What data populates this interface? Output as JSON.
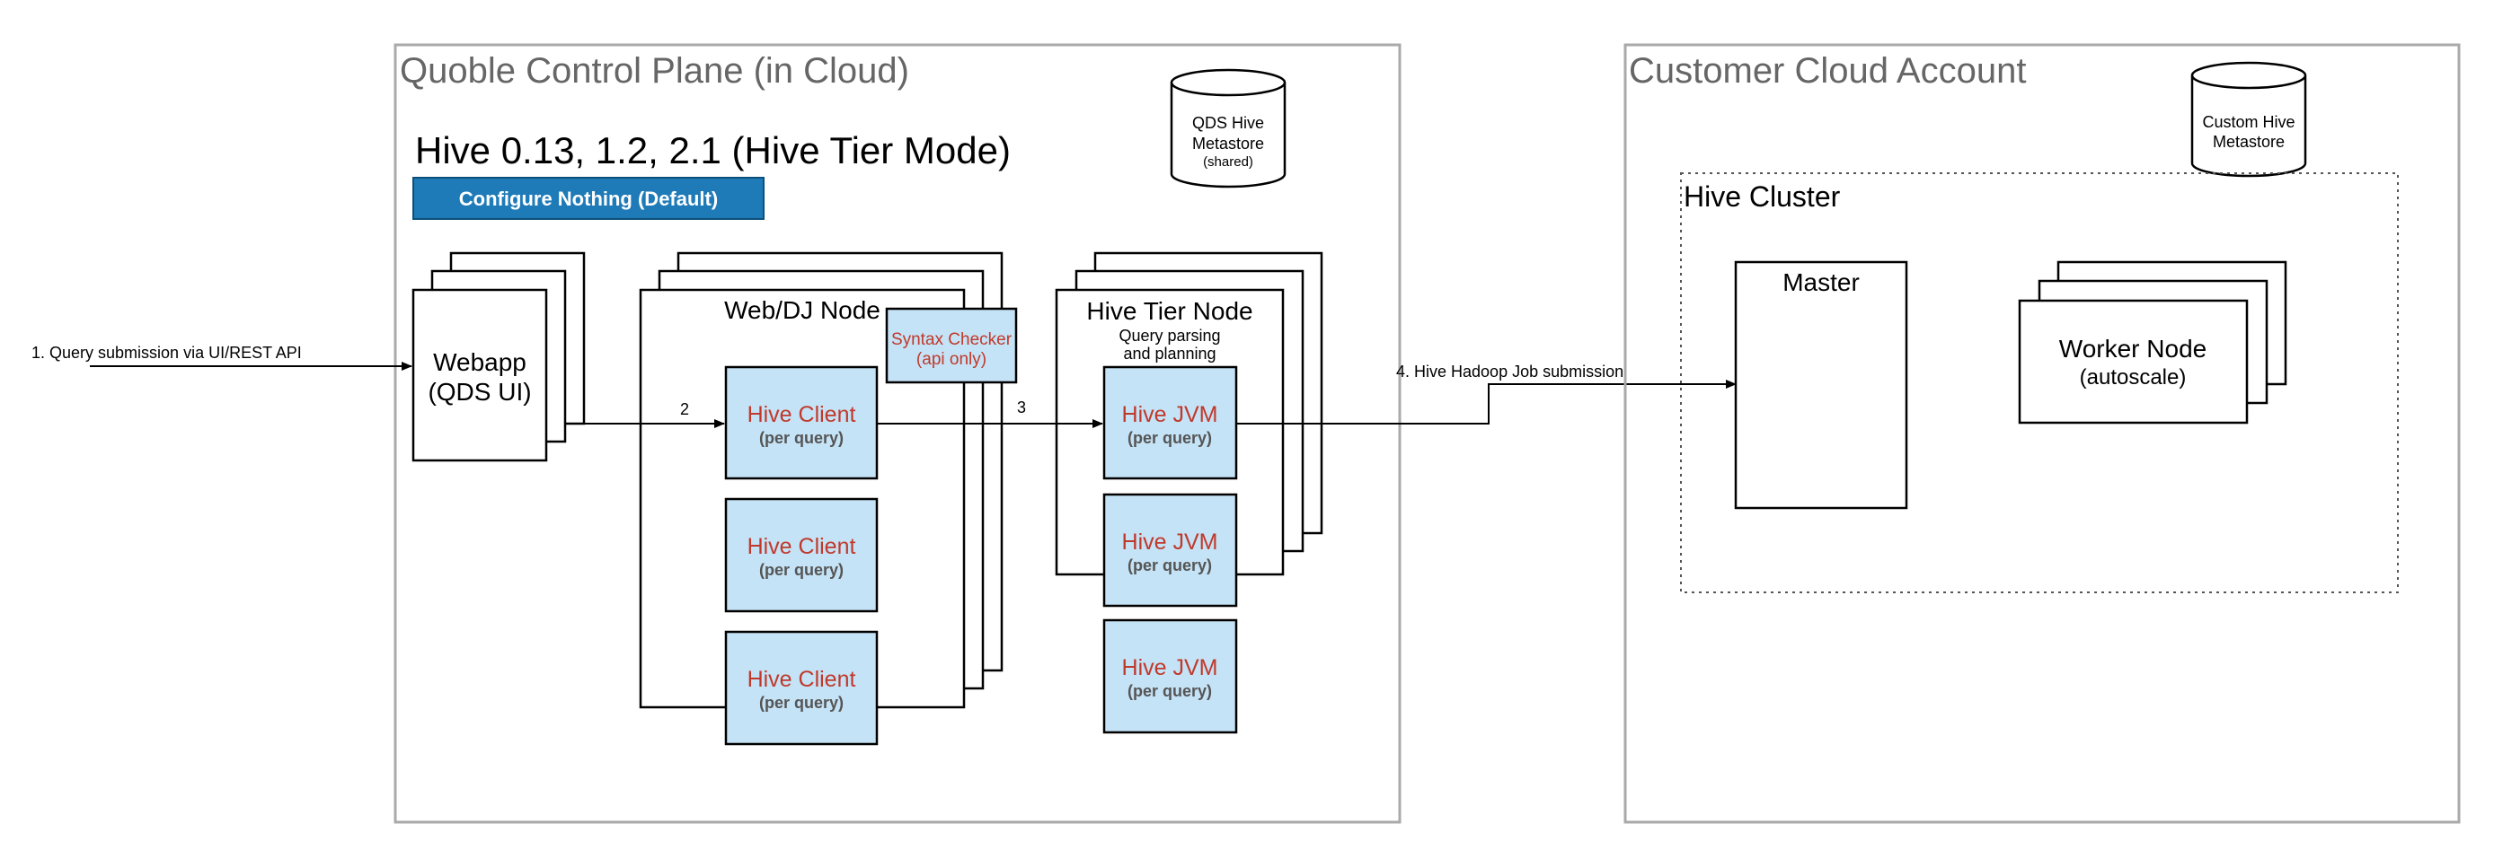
{
  "query_label": "1. Query submission via UI/REST API",
  "control_plane": {
    "title": "Quoble Control Plane (in Cloud)",
    "mode_title": "Hive 0.13, 1.2, 2.1 (Hive Tier Mode)",
    "configure_button": "Configure Nothing (Default)",
    "metastore": {
      "line1": "QDS Hive",
      "line2": "Metastore",
      "line3": "(shared)"
    },
    "webapp": {
      "line1": "Webapp",
      "line2": "(QDS UI)"
    },
    "web_dj_node": "Web/DJ Node",
    "syntax_checker": {
      "line1": "Syntax Checker",
      "line2": "(api only)"
    },
    "hive_tier_node": {
      "title": "Hive Tier Node",
      "sub1": "Query parsing",
      "sub2": "and planning"
    },
    "hive_clients": [
      {
        "label": "Hive Client",
        "sub": "(per query)"
      },
      {
        "label": "Hive Client",
        "sub": "(per query)"
      },
      {
        "label": "Hive Client",
        "sub": "(per query)"
      }
    ],
    "hive_jvms": [
      {
        "label": "Hive JVM",
        "sub": "(per query)"
      },
      {
        "label": "Hive JVM",
        "sub": "(per query)"
      },
      {
        "label": "Hive JVM",
        "sub": "(per query)"
      }
    ],
    "arrow_2": "2",
    "arrow_3": "3"
  },
  "hadoop_label": "4. Hive Hadoop Job submission",
  "customer": {
    "title": "Customer Cloud Account",
    "metastore": {
      "line1": "Custom Hive",
      "line2": "Metastore"
    },
    "cluster_title": "Hive Cluster",
    "master": "Master",
    "worker": {
      "line1": "Worker Node",
      "line2": "(autoscale)"
    }
  },
  "colors": {
    "accent_blue": "#1f7bb8",
    "node_fill": "#c5e3f6",
    "node_text_red": "#c0392b",
    "panel_border": "#aaaaaa",
    "panel_title": "#666666"
  }
}
